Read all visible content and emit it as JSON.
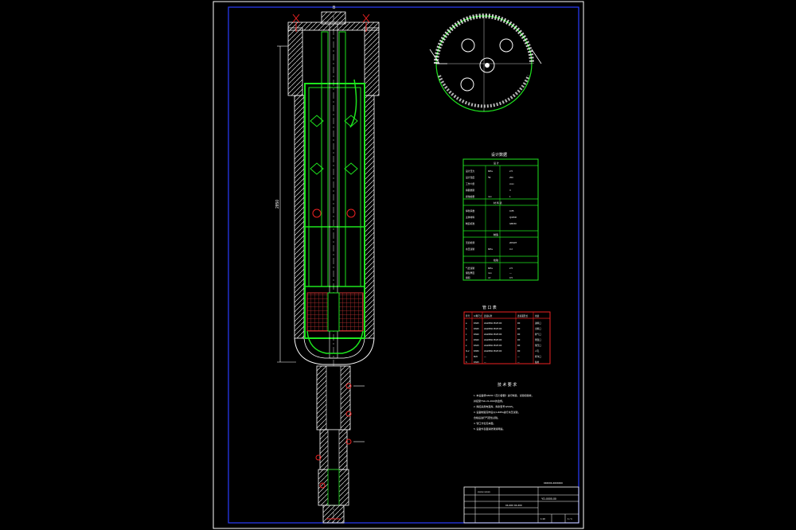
{
  "drawing": {
    "top_marker": "B",
    "title_block": {
      "drawing_title": "YD-0000-00",
      "sheet_label": "xxxxx.xxxxx",
      "part_name": "xx-xxx xx-xxx",
      "scale": "1:10",
      "sheet_of": "1 / 1"
    },
    "design_data": {
      "heading": "设计数据",
      "section_headers": [
        "设 计",
        "材 料 表",
        "制造",
        "检验"
      ],
      "rows": [
        [
          "设计压力",
          "MPa",
          "2.5"
        ],
        [
          "设计温度",
          "℃",
          "250"
        ],
        [
          "工作介质",
          "",
          "xxxx"
        ],
        [
          "容器类别",
          "",
          "II"
        ],
        [
          "腐蚀裕量",
          "mm",
          "1"
        ],
        [
          "焊缝系数",
          "",
          "0.85"
        ],
        [
          "主体材料",
          "",
          "Q345R"
        ],
        [
          "制造标准",
          "",
          "GB150"
        ],
        [
          "无损检测",
          "",
          "20%RT"
        ],
        [
          "水压试验",
          "MPa",
          "3.2"
        ],
        [
          "气密试验",
          "MPa",
          "2.5"
        ],
        [
          "保温厚度",
          "mm",
          "—"
        ],
        [
          "容积",
          "m³",
          "0.5"
        ]
      ]
    },
    "nozzle_table": {
      "heading": "管 口 表",
      "columns": [
        "符号",
        "公称尺寸",
        "连接标准",
        "连接面形式",
        "用途"
      ],
      "rows": [
        [
          "a",
          "DN25",
          "HG20592 PN25 RF",
          "RF",
          "进料口"
        ],
        [
          "b",
          "DN25",
          "HG20592 PN25 RF",
          "RF",
          "出料口"
        ],
        [
          "c",
          "DN20",
          "HG20592 PN25 RF",
          "RF",
          "排气口"
        ],
        [
          "d",
          "DN20",
          "HG20592 PN25 RF",
          "RF",
          "测温口"
        ],
        [
          "e",
          "DN15",
          "HG20592 PN25 RF",
          "RF",
          "测压口"
        ],
        [
          "f1-2",
          "DN50",
          "HG20592 PN25 RF",
          "RF",
          "人孔"
        ],
        [
          "g",
          "M20",
          "—",
          "—",
          "排净口"
        ],
        [
          "h",
          "DN25",
          "—",
          "—",
          "备用"
        ]
      ]
    },
    "tech_notes": {
      "heading": "技 术 要 求",
      "lines": [
        "1. 本设备按GB150《压力容器》进行制造、试验和验收，",
        "   并接受TSG 21-2016的监督。",
        "2. 焊接采用电弧焊，焊条型号 E5015。",
        "3. 设备制造完毕后以3.2MPa进行水压试验，",
        "   合格后进行气密性试验。",
        "4. 管口方位见本图。",
        "5. 设备外表面涂防锈漆两遍。"
      ]
    },
    "revision_note": "xxxxxx-xxxxxxx",
    "dimension_text": "2850"
  }
}
